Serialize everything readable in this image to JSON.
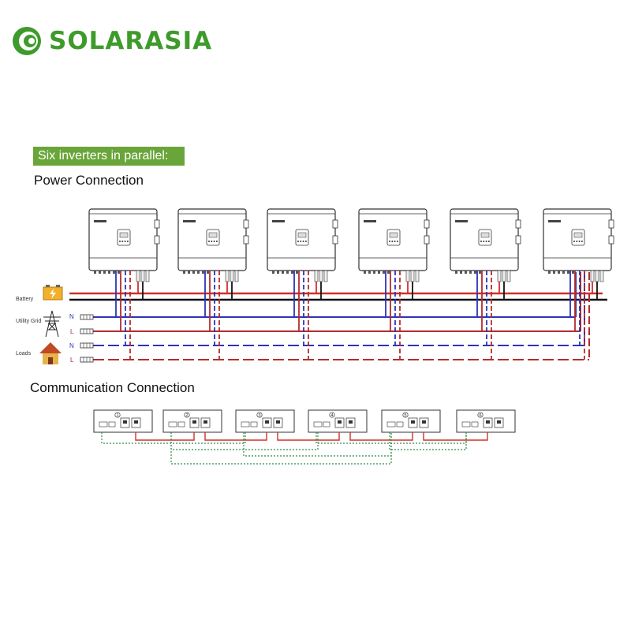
{
  "brand": {
    "name": "SOLARASIA",
    "color": "#3f9a2c"
  },
  "banner": {
    "text": "Six inverters in parallel:",
    "color": "#6aa53a"
  },
  "power": {
    "title": "Power Connection",
    "labels": {
      "battery": "Battery",
      "grid": "Utility Grid",
      "loads": "Loads",
      "n": "N",
      "l": "L"
    },
    "inverter_count": 6
  },
  "communication": {
    "title": "Communication Connection",
    "modules": [
      "1",
      "2",
      "3",
      "4",
      "5",
      "6"
    ]
  },
  "colors": {
    "battery_pos": "#d0302a",
    "battery_neg": "#111111",
    "neutral": "#2b35b8",
    "line": "#b42c2c",
    "comm_red": "#d0302a",
    "comm_green": "#2f8a4a"
  },
  "icons": [
    "logo-swirl-icon",
    "battery-icon",
    "utility-tower-icon",
    "house-icon"
  ]
}
